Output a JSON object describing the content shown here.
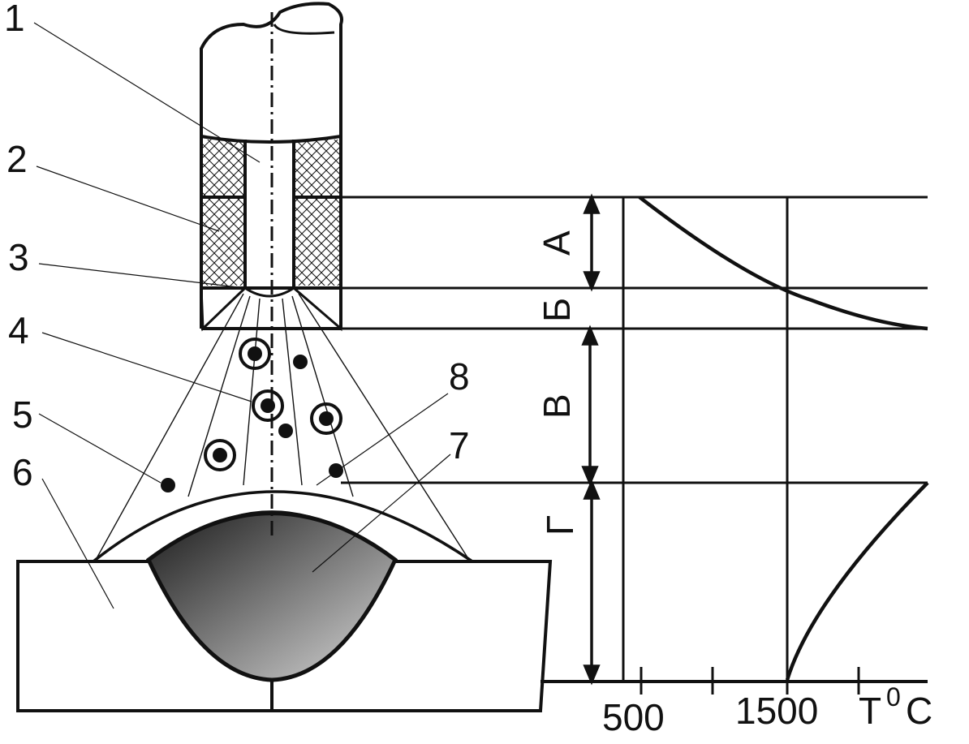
{
  "labels": {
    "l1": "1",
    "l2": "2",
    "l3": "3",
    "l4": "4",
    "l5": "5",
    "l6": "6",
    "l7": "7",
    "l8": "8"
  },
  "zones": {
    "a": "А",
    "b": "Б",
    "v": "В",
    "g": "Г"
  },
  "axis": {
    "tick_500": "500",
    "tick_1500": "1500",
    "unit_T": "T",
    "unit_deg": "0",
    "unit_C": "C"
  },
  "colors": {
    "line": "#111111",
    "pool_dark": "#1a1a1a",
    "pool_light": "#d9d9d9"
  }
}
